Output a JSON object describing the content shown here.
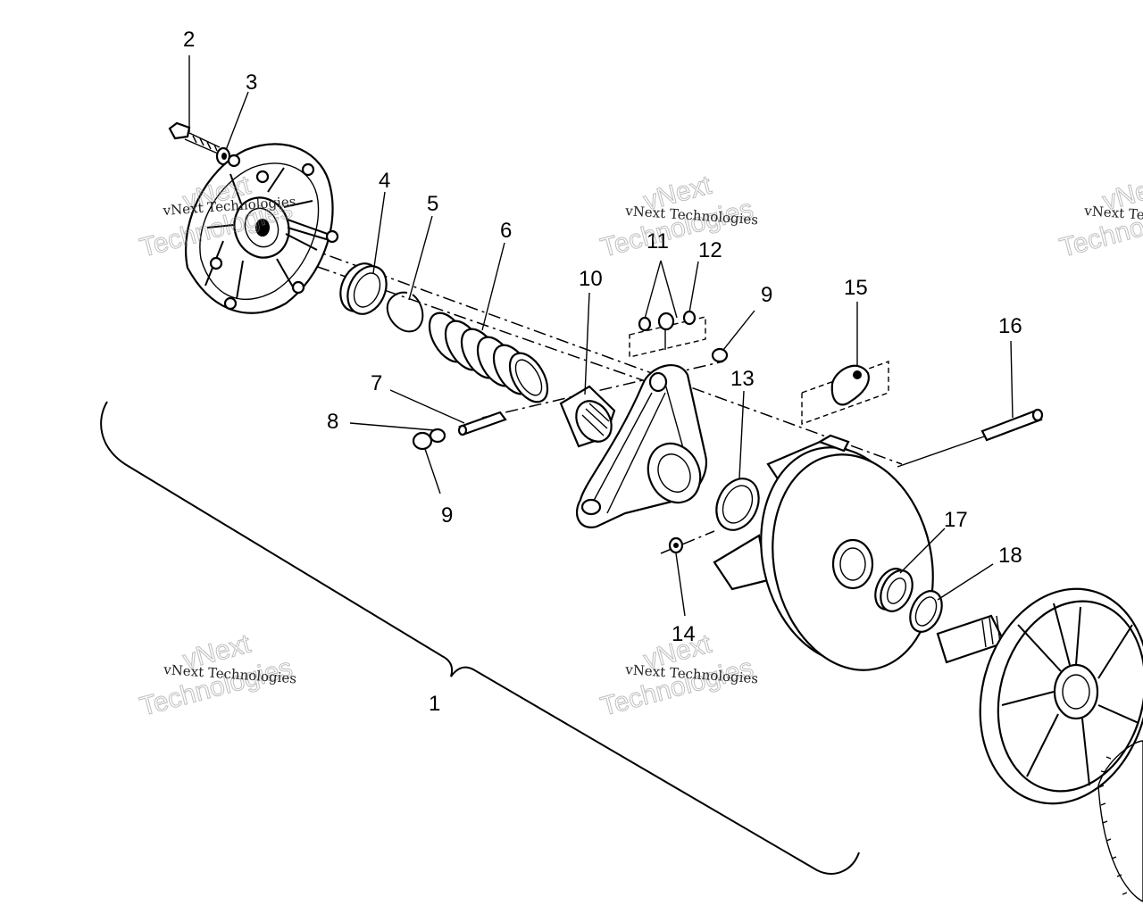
{
  "callouts": {
    "c1": "1",
    "c2": "2",
    "c3": "3",
    "c4": "4",
    "c5": "5",
    "c6": "6",
    "c7": "7",
    "c8": "8",
    "c9a": "9",
    "c9b": "9",
    "c10": "10",
    "c11": "11",
    "c12": "12",
    "c13": "13",
    "c14": "14",
    "c15": "15",
    "c16": "16",
    "c17": "17",
    "c18": "18"
  },
  "watermarks": [
    {
      "line1": "vNext",
      "line2": "Technologies",
      "big": "Technologies"
    },
    {
      "line1": "vNext",
      "line2": "Technologies",
      "big": "Technologies"
    },
    {
      "line1": "vNext",
      "line2": "Technologies",
      "big": "Technologies"
    },
    {
      "line1": "vNext",
      "line2": "Technologies",
      "big": "Technologies"
    },
    {
      "line1": "vNext",
      "line2": "Technologies",
      "big": "Technologies"
    }
  ]
}
